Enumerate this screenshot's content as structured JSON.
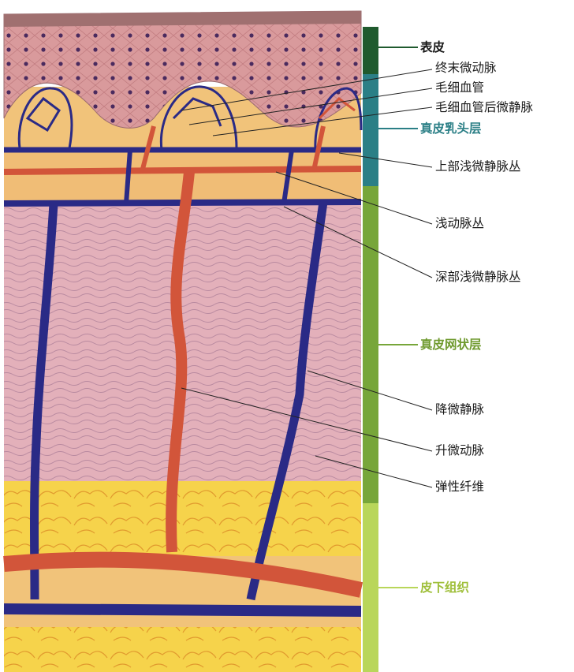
{
  "labels": {
    "epidermis": "表皮",
    "terminal_arteriole": "终末微动脉",
    "capillary": "毛细血管",
    "postcapillary_venule": "毛细血管后微静脉",
    "papillary_dermis": "真皮乳头层",
    "upper_superficial_venous_plexus": "上部浅微静脉丛",
    "superficial_arterial_plexus": "浅动脉丛",
    "deep_superficial_venous_plexus": "深部浅微静脉丛",
    "reticular_dermis": "真皮网状层",
    "descending_venule": "降微静脉",
    "ascending_arteriole": "升微动脉",
    "elastic_fiber": "弹性纤维",
    "subcutaneous_tissue": "皮下组织"
  },
  "colors": {
    "epidermis_bar": "#1f5a2e",
    "papillary_bar": "#2b7f86",
    "reticular_bar": "#77a63a",
    "subcutaneous_bar": "#b9d65a",
    "epidermis_text": "#1a1a1a",
    "papillary_text": "#2b7f86",
    "reticular_text": "#6f9a2e",
    "subcutaneous_text": "#9fbf3a",
    "artery": "#d2553a",
    "vein": "#2a2a86"
  }
}
